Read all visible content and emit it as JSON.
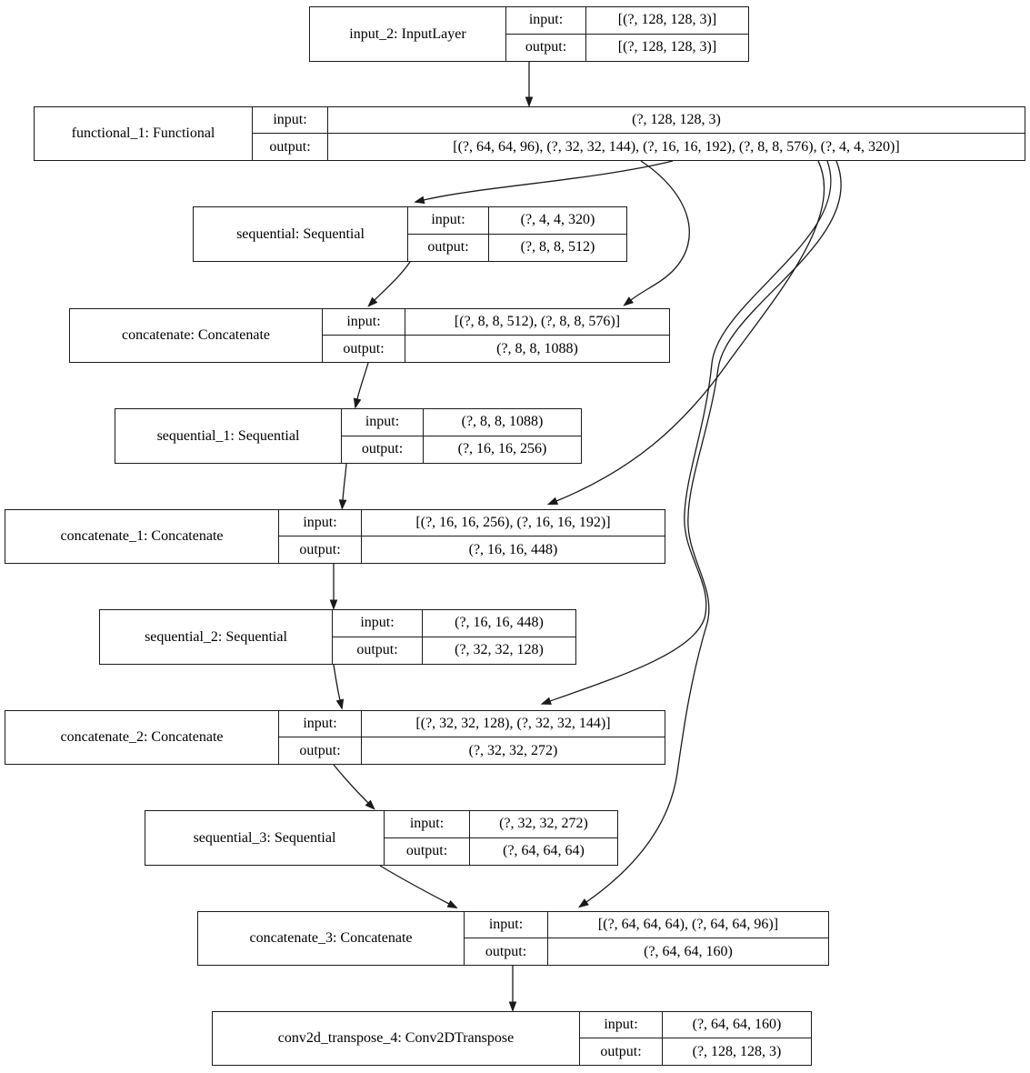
{
  "diagram": {
    "kind": "keras-model-architecture",
    "labels": {
      "input": "input:",
      "output": "output:"
    },
    "colors": {
      "background": "#ffffff",
      "node_fill": "#ffffff",
      "node_border": "#1a1a1a",
      "edge": "#1a1a1a"
    },
    "nodes": [
      {
        "id": "input_2",
        "title": "input_2: InputLayer",
        "input": "[(?, 128, 128, 3)]",
        "output": "[(?, 128, 128, 3)]"
      },
      {
        "id": "functional_1",
        "title": "functional_1: Functional",
        "input": "(?, 128, 128, 3)",
        "output": "[(?, 64, 64, 96), (?, 32, 32, 144), (?, 16, 16, 192), (?, 8, 8, 576), (?, 4, 4, 320)]"
      },
      {
        "id": "sequential",
        "title": "sequential: Sequential",
        "input": "(?, 4, 4, 320)",
        "output": "(?, 8, 8, 512)"
      },
      {
        "id": "concatenate",
        "title": "concatenate: Concatenate",
        "input": "[(?, 8, 8, 512), (?, 8, 8, 576)]",
        "output": "(?, 8, 8, 1088)"
      },
      {
        "id": "sequential_1",
        "title": "sequential_1: Sequential",
        "input": "(?, 8, 8, 1088)",
        "output": "(?, 16, 16, 256)"
      },
      {
        "id": "concatenate_1",
        "title": "concatenate_1: Concatenate",
        "input": "[(?, 16, 16, 256), (?, 16, 16, 192)]",
        "output": "(?, 16, 16, 448)"
      },
      {
        "id": "sequential_2",
        "title": "sequential_2: Sequential",
        "input": "(?, 16, 16, 448)",
        "output": "(?, 32, 32, 128)"
      },
      {
        "id": "concatenate_2",
        "title": "concatenate_2: Concatenate",
        "input": "[(?, 32, 32, 128), (?, 32, 32, 144)]",
        "output": "(?, 32, 32, 272)"
      },
      {
        "id": "sequential_3",
        "title": "sequential_3: Sequential",
        "input": "(?, 32, 32, 272)",
        "output": "(?, 64, 64, 64)"
      },
      {
        "id": "concatenate_3",
        "title": "concatenate_3: Concatenate",
        "input": "[(?, 64, 64, 64), (?, 64, 64, 96)]",
        "output": "(?, 64, 64, 160)"
      },
      {
        "id": "conv2d_transpose_4",
        "title": "conv2d_transpose_4: Conv2DTranspose",
        "input": "(?, 64, 64, 160)",
        "output": "(?, 128, 128, 3)"
      }
    ],
    "edges": [
      {
        "from": "input_2",
        "to": "functional_1"
      },
      {
        "from": "functional_1",
        "to": "sequential"
      },
      {
        "from": "functional_1",
        "to": "concatenate"
      },
      {
        "from": "sequential",
        "to": "concatenate"
      },
      {
        "from": "concatenate",
        "to": "sequential_1"
      },
      {
        "from": "sequential_1",
        "to": "concatenate_1"
      },
      {
        "from": "functional_1",
        "to": "concatenate_1"
      },
      {
        "from": "concatenate_1",
        "to": "sequential_2"
      },
      {
        "from": "sequential_2",
        "to": "concatenate_2"
      },
      {
        "from": "functional_1",
        "to": "concatenate_2"
      },
      {
        "from": "concatenate_2",
        "to": "sequential_3"
      },
      {
        "from": "sequential_3",
        "to": "concatenate_3"
      },
      {
        "from": "functional_1",
        "to": "concatenate_3"
      },
      {
        "from": "concatenate_3",
        "to": "conv2d_transpose_4"
      }
    ]
  }
}
